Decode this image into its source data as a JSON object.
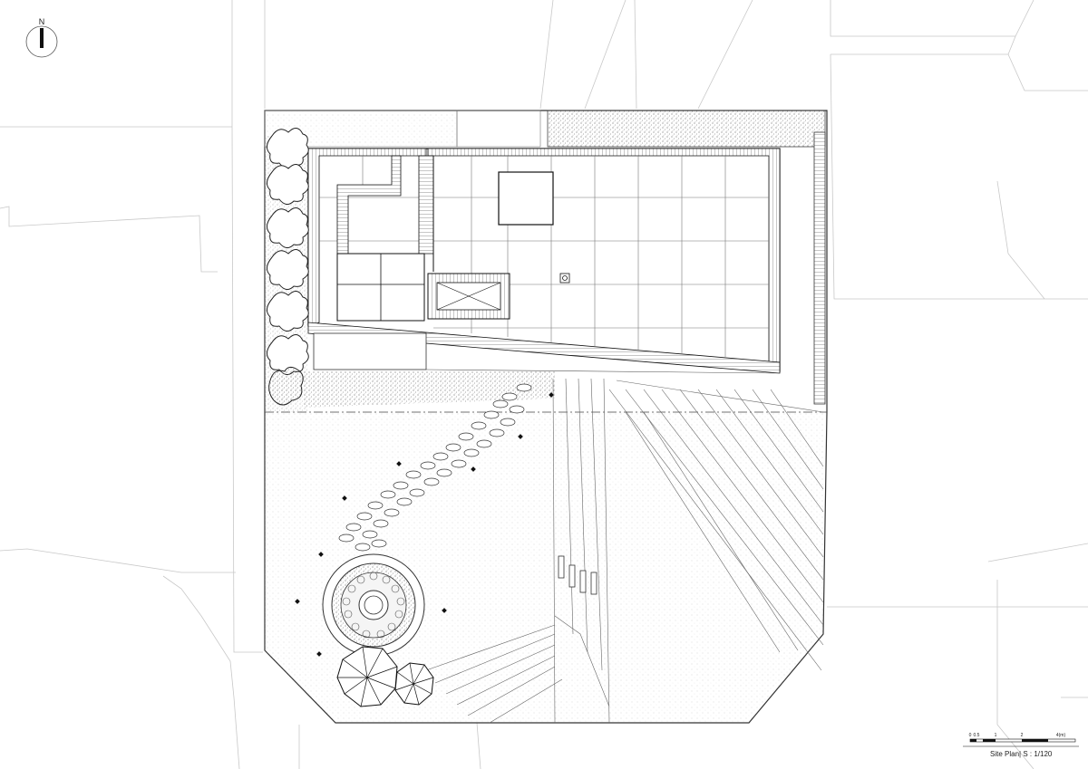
{
  "compass": {
    "label": "N"
  },
  "scale_bar": {
    "ticks": [
      "0",
      "0.5",
      "1",
      "2",
      "4(m)"
    ],
    "title": "Site Plan| S : 1/120"
  }
}
